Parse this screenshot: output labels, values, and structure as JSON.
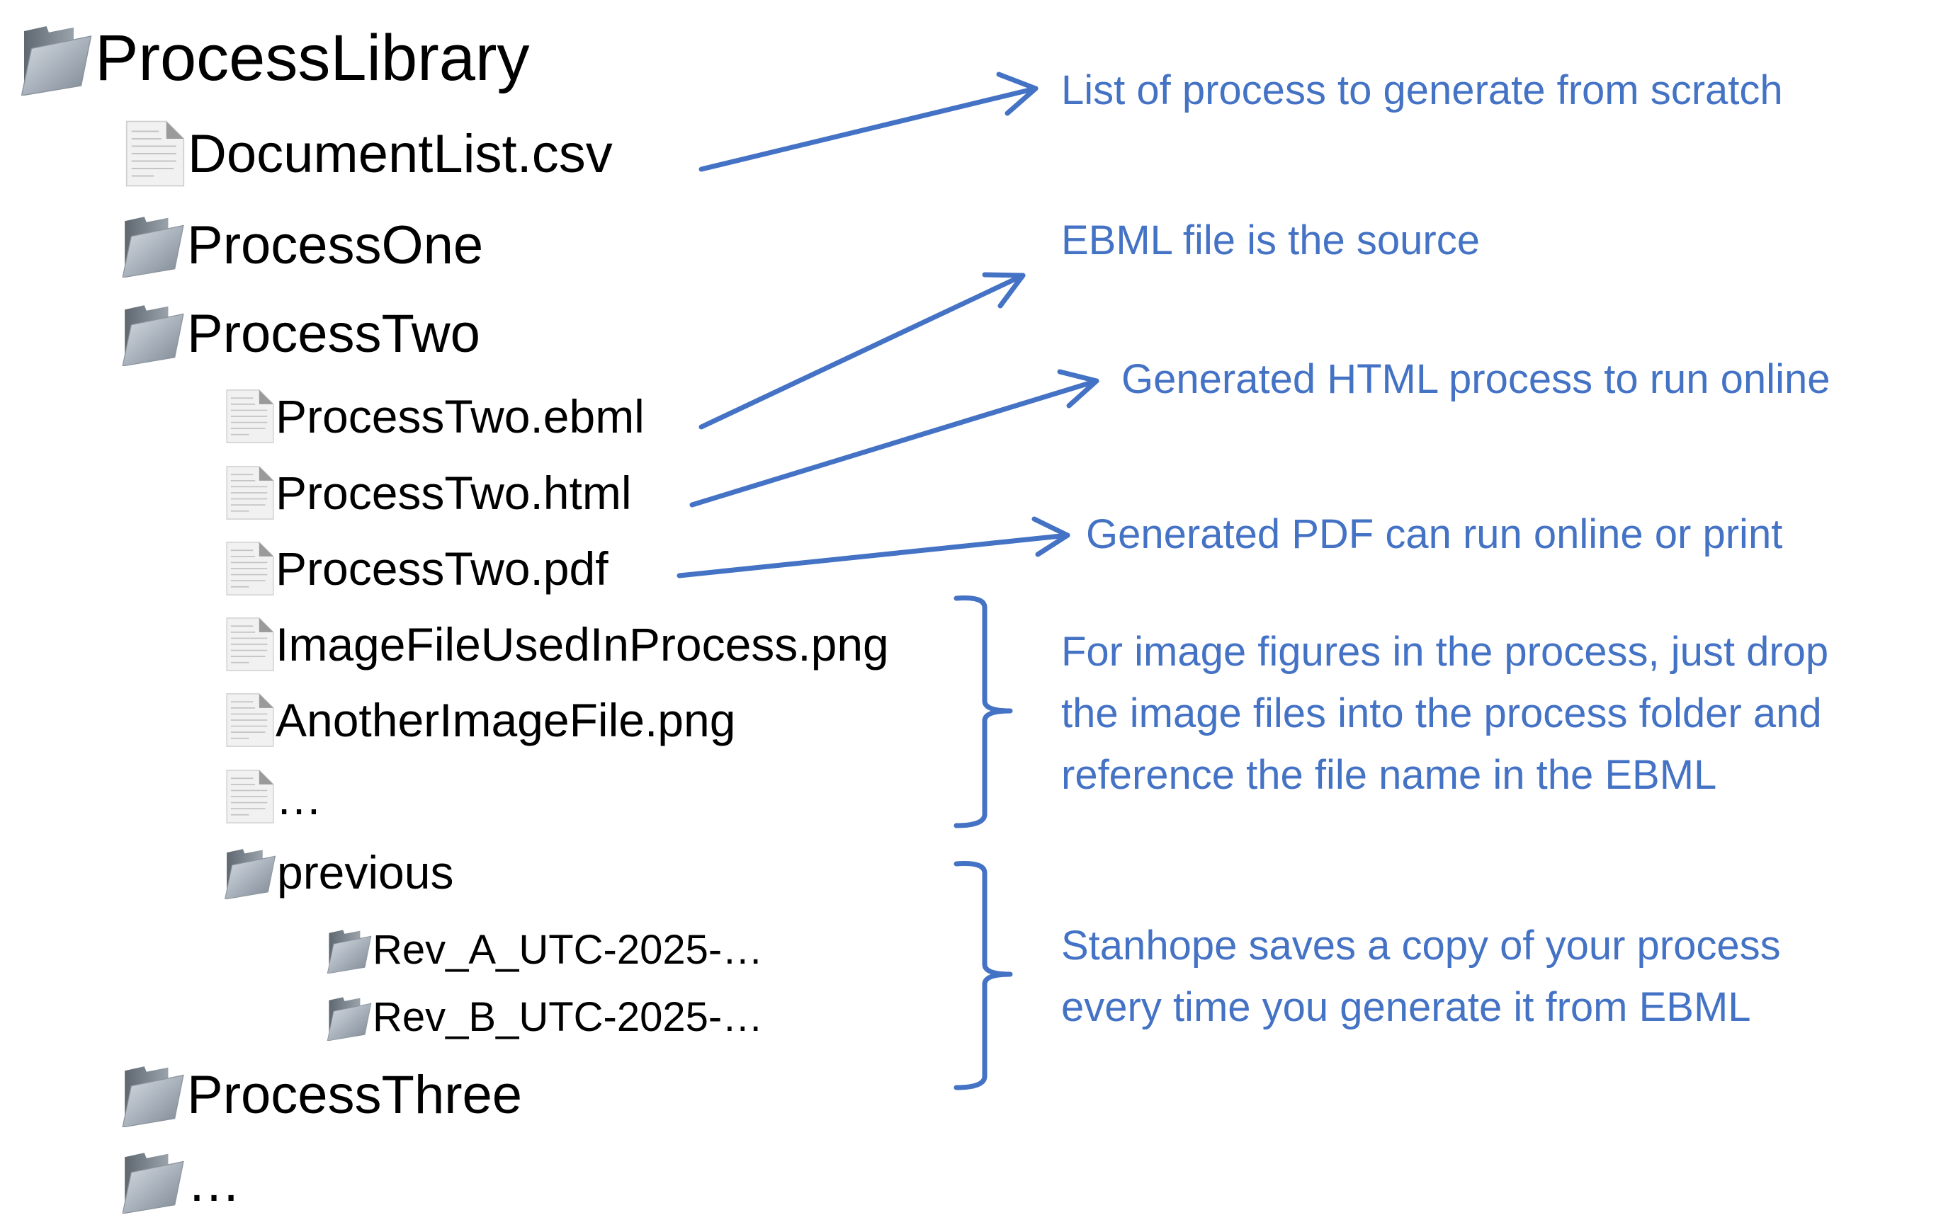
{
  "tree": {
    "root": "ProcessLibrary",
    "items": [
      {
        "type": "file",
        "label": "DocumentList.csv"
      },
      {
        "type": "folder",
        "label": "ProcessOne"
      },
      {
        "type": "folder",
        "label": "ProcessTwo"
      },
      {
        "type": "file",
        "label": "ProcessTwo.ebml"
      },
      {
        "type": "file",
        "label": "ProcessTwo.html"
      },
      {
        "type": "file",
        "label": "ProcessTwo.pdf"
      },
      {
        "type": "file",
        "label": "ImageFileUsedInProcess.png"
      },
      {
        "type": "file",
        "label": "AnotherImageFile.png"
      },
      {
        "type": "file",
        "label": "…"
      },
      {
        "type": "folder",
        "label": "previous"
      },
      {
        "type": "folder",
        "label": "Rev_A_UTC-2025-…"
      },
      {
        "type": "folder",
        "label": "Rev_B_UTC-2025-…"
      },
      {
        "type": "folder",
        "label": "ProcessThree"
      },
      {
        "type": "folder",
        "label": "…"
      }
    ]
  },
  "annotations": {
    "document_list": "List of process to generate from scratch",
    "ebml": "EBML file is the source",
    "html": "Generated HTML process to run online",
    "pdf": "Generated PDF can run online or print",
    "images": [
      "For image figures in the process, just drop",
      "the image files into the process folder and",
      "reference the file name in the EBML"
    ],
    "previous": [
      "Stanhope saves a copy of your process",
      "every time you generate it from EBML"
    ]
  },
  "colors": {
    "accent": "#4472C4",
    "text": "#000000"
  }
}
